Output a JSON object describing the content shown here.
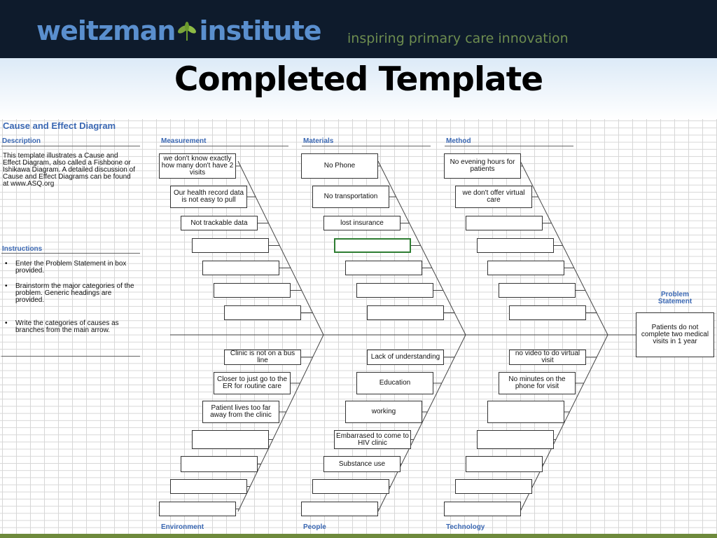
{
  "header": {
    "brand_left": "weitzman",
    "brand_right": "institute",
    "tagline": "inspiring primary care innovation"
  },
  "slide_title": "Completed Template",
  "sheet": {
    "title": "Cause and Effect Diagram",
    "description_heading": "Description",
    "description": "This template illustrates a Cause and Effect Diagram, also called a Fishbone or Ishikawa Diagram.  A detailed discussion of Cause and Effect Diagrams can be found at www.ASQ.org",
    "instructions_heading": "Instructions",
    "instructions": [
      "Enter the Problem Statement in box provided.",
      "Brainstorm the major categories of the problem.  Generic headings are provided.",
      "Write the categories of causes as branches from the main arrow."
    ],
    "problem_heading": "Problem Statement",
    "problem": "Patients do not complete two medical visits in 1 year"
  },
  "categories": {
    "measurement": "Measurement",
    "materials": "Materials",
    "method": "Method",
    "environment": "Environment",
    "people": "People",
    "technology": "Technology"
  },
  "causes": {
    "measurement": [
      "we don't know exactly how many don't have 2 visits",
      "Our health record data is not easy to pull",
      "Not trackable data",
      "",
      "",
      "",
      ""
    ],
    "materials": [
      "No Phone",
      "No transportation",
      "lost insurance",
      "",
      "",
      "",
      ""
    ],
    "method": [
      "No evening hours for patients",
      "we don't offer virtual care",
      "",
      "",
      "",
      "",
      ""
    ],
    "environment": [
      "Clinic is not on a bus line",
      "Closer to just go to the ER for routine care",
      "Patient lives too far away from the clinic",
      "",
      "",
      "",
      ""
    ],
    "people": [
      "Lack of understanding",
      "Education",
      "working",
      "Embarrased to come to HIV clinic",
      "Substance use",
      "",
      ""
    ],
    "technology": [
      "no video to do virtual visit",
      "No minutes on the phone for visit",
      "",
      "",
      "",
      "",
      ""
    ]
  },
  "colors": {
    "banner": "#0e1b2c",
    "brand_blue": "#5a8fce",
    "tagline_green": "#6d8c4f",
    "heading_blue": "#3b68b3",
    "selected_cell": "#2e7d32"
  }
}
